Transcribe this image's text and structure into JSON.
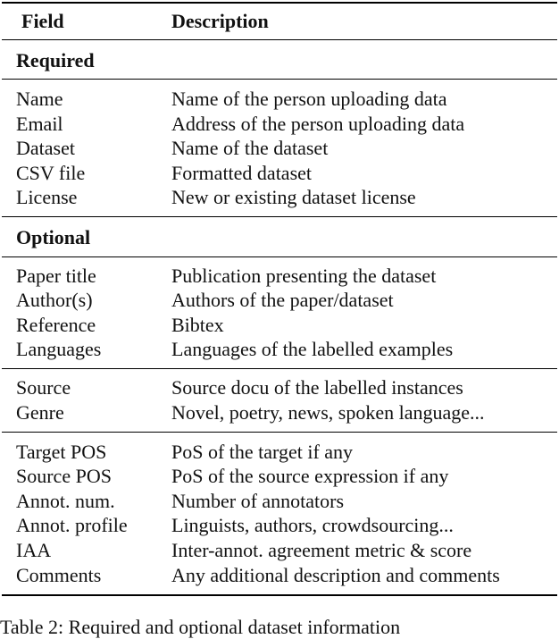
{
  "table": {
    "header": {
      "field": "Field",
      "description": "Description"
    },
    "sections": [
      {
        "title": "Required",
        "rows": [
          {
            "field": "Name",
            "description": "Name of the person uploading data"
          },
          {
            "field": "Email",
            "description": "Address of the person uploading data"
          },
          {
            "field": "Dataset",
            "description": "Name of the dataset"
          },
          {
            "field": "CSV file",
            "description": "Formatted dataset"
          },
          {
            "field": "License",
            "description": "New or existing dataset license"
          }
        ]
      },
      {
        "title": "Optional",
        "rows": [
          {
            "field": "Paper title",
            "description": "Publication presenting the dataset"
          },
          {
            "field": "Author(s)",
            "description": "Authors of the paper/dataset"
          },
          {
            "field": "Reference",
            "description": "Bibtex"
          },
          {
            "field": "Languages",
            "description": "Languages of the labelled examples"
          }
        ]
      },
      {
        "title": "",
        "rows": [
          {
            "field": "Source",
            "description": "Source docu of the labelled instances"
          },
          {
            "field": "Genre",
            "description": "Novel, poetry, news, spoken language..."
          }
        ]
      },
      {
        "title": "",
        "rows": [
          {
            "field": "Target POS",
            "description": "PoS of the target if any"
          },
          {
            "field": "Source POS",
            "description": "PoS of the source expression if any"
          },
          {
            "field": "Annot. num.",
            "description": "Number of annotators"
          },
          {
            "field": "Annot. profile",
            "description": "Linguists, authors, crowdsourcing..."
          },
          {
            "field": "IAA",
            "description": "Inter-annot. agreement metric & score"
          },
          {
            "field": "Comments",
            "description": "Any additional description and comments"
          }
        ]
      }
    ]
  },
  "caption": "Table 2: Required and optional dataset information"
}
